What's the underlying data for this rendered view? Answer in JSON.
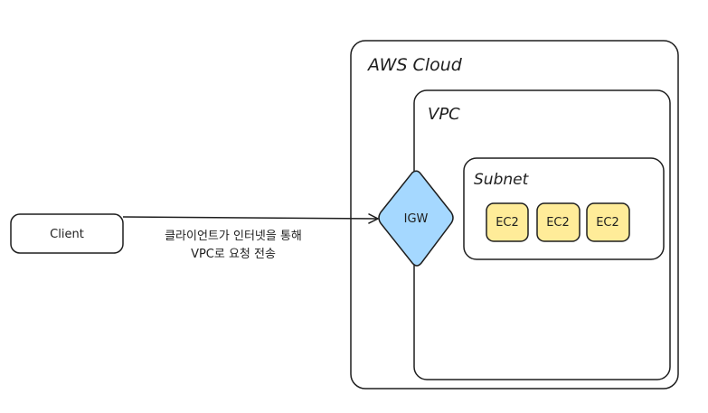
{
  "diagram": {
    "client": {
      "label": "Client"
    },
    "edge": {
      "line1": "클라이언트가 인터넷을 통해",
      "line2": "VPC로 요청 전송"
    },
    "aws_cloud": {
      "label": "AWS Cloud"
    },
    "vpc": {
      "label": "VPC"
    },
    "igw": {
      "label": "IGW",
      "color": "#a5d8ff"
    },
    "subnet": {
      "label": "Subnet"
    },
    "instances": [
      {
        "label": "EC2",
        "color": "#ffec99"
      },
      {
        "label": "EC2",
        "color": "#ffec99"
      },
      {
        "label": "EC2",
        "color": "#ffec99"
      }
    ]
  }
}
